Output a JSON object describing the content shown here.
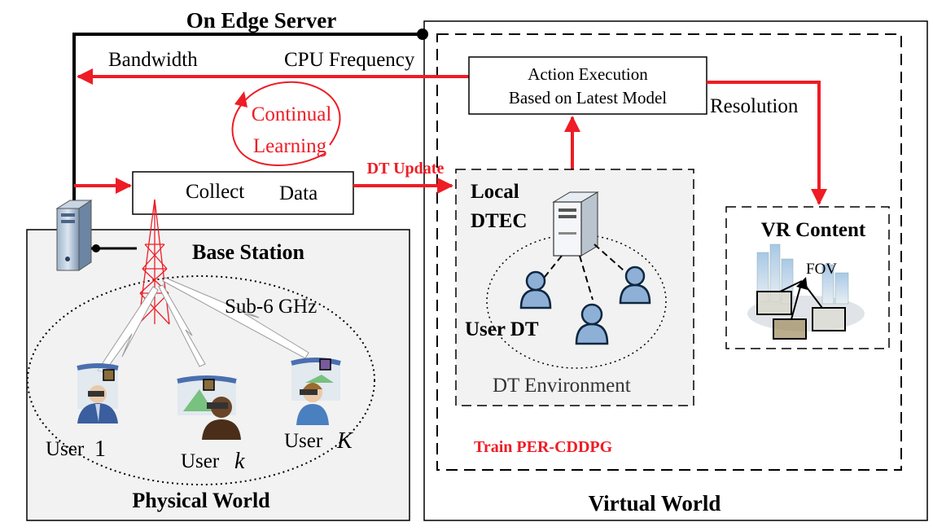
{
  "top_label": "On Edge Server",
  "physical": {
    "title": "Physical World",
    "base_station_label": "Base Station",
    "band_label": "Sub-6 GHz",
    "users": [
      {
        "prefix": "User ",
        "index": "1"
      },
      {
        "prefix": "User ",
        "index": "k"
      },
      {
        "prefix": "User ",
        "index": "K"
      }
    ]
  },
  "virtual": {
    "title": "Virtual World",
    "train_label": "Train PER-CDDPG",
    "action_box": {
      "line1": "Action Execution",
      "line2": "Based on Latest Model"
    },
    "local_dtec": {
      "line1": "Local",
      "line2": "DTEC"
    },
    "user_dt_label": "User DT",
    "dt_env_label": "DT Environment",
    "vr": {
      "title": "VR Content",
      "fov_label": "FOV"
    }
  },
  "control": {
    "bandwidth_label": "Bandwidth",
    "cpu_label": "CPU Frequency",
    "resolution_label": "Resolution",
    "continual_line1": "Continual",
    "continual_line2": "Learning",
    "collect_word1": "Collect",
    "collect_word2": "Data",
    "dt_update_label": "DT Update"
  },
  "colors": {
    "accent_red": "#ee1c25",
    "line_black": "#000000",
    "user_blue": "#5b7fb0",
    "dt_user_blue": "#8fb0d6",
    "world_bg": "#f2f2f2"
  }
}
